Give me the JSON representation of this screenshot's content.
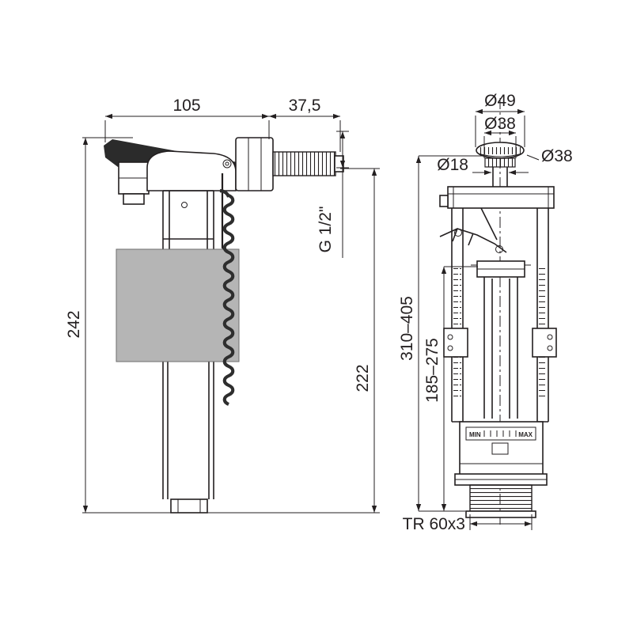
{
  "colors": {
    "line": "#231f20",
    "float_fill": "#b5b5b5",
    "arm_fill": "#2b2b2b",
    "background": "#ffffff"
  },
  "left_view": {
    "dim_top_body": "105",
    "dim_top_thread": "37,5",
    "dim_height_total": "242",
    "dim_height_outlet": "222",
    "thread_label": "G 1/2\""
  },
  "right_view": {
    "dim_button_outer": "Ø49",
    "dim_button_inner": "Ø38",
    "dim_cap": "Ø38",
    "dim_rod": "Ø18",
    "dim_height_range": "310–405",
    "dim_inner_range": "185–275",
    "dim_bottom_thread": "TR 60x3",
    "label_min": "MIN",
    "label_max": "MAX"
  }
}
